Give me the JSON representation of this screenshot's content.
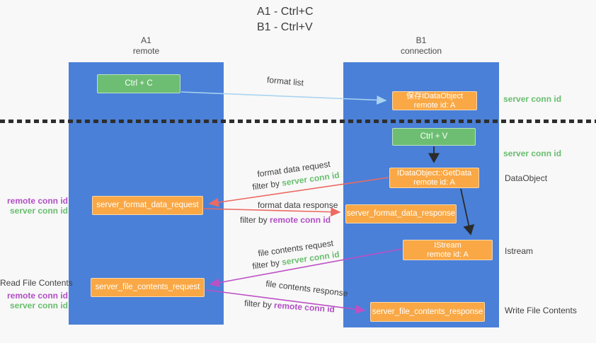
{
  "title": {
    "line1": "A1 - Ctrl+C",
    "line2": "B1 - Ctrl+V"
  },
  "lanes": {
    "a1": {
      "title": "A1",
      "subtitle": "remote"
    },
    "b1": {
      "title": "B1",
      "subtitle": "connection"
    }
  },
  "nodes": {
    "ctrl_c": {
      "label": "Ctrl + C"
    },
    "save_dataobject": {
      "line1": "保存IDataObject",
      "line2": "remote id: A"
    },
    "ctrl_v": {
      "label": "Ctrl + V"
    },
    "getdata": {
      "line1": "IDataObject::GetData",
      "line2": "remote id: A"
    },
    "server_format_data_request": {
      "label": "server_format_data_request"
    },
    "server_format_data_response": {
      "label": "server_format_data_response"
    },
    "istream": {
      "line1": "IStream",
      "line2": "remote id: A"
    },
    "server_file_contents_request": {
      "label": "server_file_contents_request"
    },
    "server_file_contents_response": {
      "label": "server_file_contents_response"
    }
  },
  "annotations": {
    "format_list": "format list",
    "format_data_request": "format data request",
    "format_data_response": "format data response",
    "file_contents_request": "file contents request",
    "file_contents_response": "file contents response",
    "filter_by": "filter by",
    "server_conn_id": "server conn id",
    "remote_conn_id": "remote conn id"
  },
  "side_labels": {
    "server_conn_id_top": "server conn id",
    "server_conn_id_mid": "server conn id",
    "dataobject": "DataObject",
    "istream": "Istream",
    "write_file_contents": "Write File Contents",
    "read_file_contents": "Read File Contents",
    "remote_conn_id_upper": "remote conn id",
    "server_conn_id_upper": "server conn id",
    "remote_conn_id_lower": "remote conn id",
    "server_conn_id_lower": "server conn id"
  },
  "colors": {
    "lane_blue": "#4a80d8",
    "box_green": "#6dbe72",
    "box_orange": "#f9a845",
    "arrow_blue": "#a9d3f0",
    "arrow_red": "#ec6a62",
    "arrow_magenta": "#bd50c5",
    "arrow_black": "#2b2b2b",
    "text_green": "#69bd6e",
    "text_purple": "#b14ec5",
    "background": "#f8f8f8"
  }
}
